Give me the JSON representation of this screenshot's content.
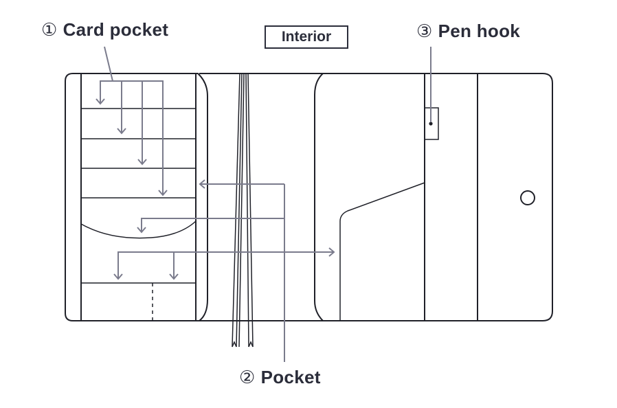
{
  "title": "Interior",
  "labels": {
    "card_pocket": {
      "number": "①",
      "text": "Card pocket"
    },
    "pen_hook": {
      "number": "③",
      "text": "Pen hook"
    },
    "pocket": {
      "number": "②",
      "text": "Pocket"
    }
  },
  "colors": {
    "outline": "#1f2028",
    "guide": "#7a7b8c",
    "text": "#2b2d3a"
  }
}
